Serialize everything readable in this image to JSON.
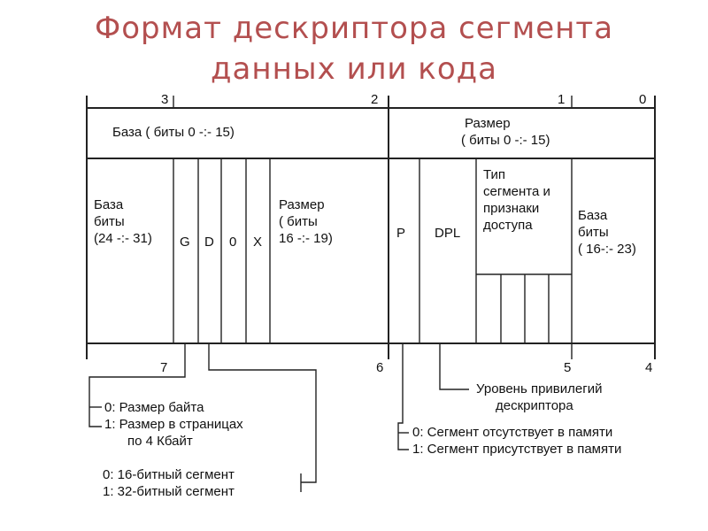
{
  "title": {
    "line1": "Формат дескриптора сегмента",
    "line2": "данных или кода"
  },
  "byte_numbers_top": [
    "3",
    "2",
    "1",
    "0"
  ],
  "byte_numbers_bottom": [
    "7",
    "6",
    "5",
    "4"
  ],
  "row1": {
    "base_low": "База ( биты 0 -:- 15)",
    "limit_low_line1": "Размер",
    "limit_low_line2": "( биты  0 -:- 15)"
  },
  "row2": {
    "base_high": [
      "База",
      "биты",
      "(24 -:- 31)"
    ],
    "g": "G",
    "d": "D",
    "zero": "0",
    "x": "X",
    "limit_high": [
      "Размер",
      "( биты",
      "16 -:- 19)"
    ],
    "p": "P",
    "dpl": "DPL",
    "type": [
      "Тип",
      "сегмента и",
      "признаки",
      "доступа"
    ],
    "base_mid": [
      "База",
      "биты",
      "( 16-:- 23)"
    ]
  },
  "legend": {
    "g": [
      "0:  Размер байта",
      "1:  Размер в страницах",
      "по 4 Кбайт"
    ],
    "d": [
      "0: 16-битный сегмент",
      "1: 32-битный сегмент"
    ],
    "dpl": [
      "Уровень привилегий",
      "дескриптора"
    ],
    "p": [
      "0:  Сегмент отсутствует в памяти",
      "1:  Сегмент присутствует в памяти"
    ]
  }
}
